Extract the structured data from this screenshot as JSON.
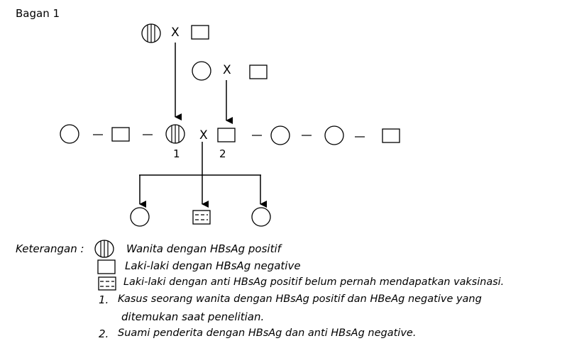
{
  "title": "Bagan 1",
  "diagram": {
    "cross_symbol": "X",
    "separator": "–",
    "labels": {
      "case_1": "1",
      "case_2": "2"
    },
    "top_couple": [
      {
        "type": "circle-hatched",
        "meaning": "Wanita dengan HBsAg positif"
      },
      {
        "type": "square",
        "meaning": "Laki-laki dengan HBsAg negative"
      }
    ],
    "second_couple": [
      {
        "type": "circle"
      },
      {
        "type": "square",
        "meaning": "Laki-laki dengan HBsAg negative"
      }
    ],
    "sibling_row": [
      {
        "type": "circle"
      },
      {
        "type": "square"
      },
      {
        "type": "circle-hatched",
        "label": "1"
      },
      {
        "type": "square",
        "label": "2"
      },
      {
        "type": "circle"
      },
      {
        "type": "circle"
      },
      {
        "type": "square"
      }
    ],
    "children": [
      {
        "type": "circle"
      },
      {
        "type": "square-dashed"
      },
      {
        "type": "circle"
      }
    ]
  },
  "legend": {
    "heading": "Keterangan :",
    "items": [
      {
        "symbol": "circle-hatched",
        "text": "Wanita dengan HBsAg positif"
      },
      {
        "symbol": "square",
        "text": "Laki-laki dengan HBsAg negative"
      },
      {
        "symbol": "square-dashed",
        "text": "Laki-laki dengan anti HBsAg positif belum pernah mendapatkan vaksinasi."
      }
    ],
    "notes": [
      {
        "num": "1.",
        "text": "Kasus seorang wanita dengan HBsAg positif dan HBeAg negative yang",
        "cont": "ditemukan saat penelitian."
      },
      {
        "num": "2.",
        "text": "Suami penderita dengan HBsAg dan anti HBsAg negative."
      }
    ]
  }
}
